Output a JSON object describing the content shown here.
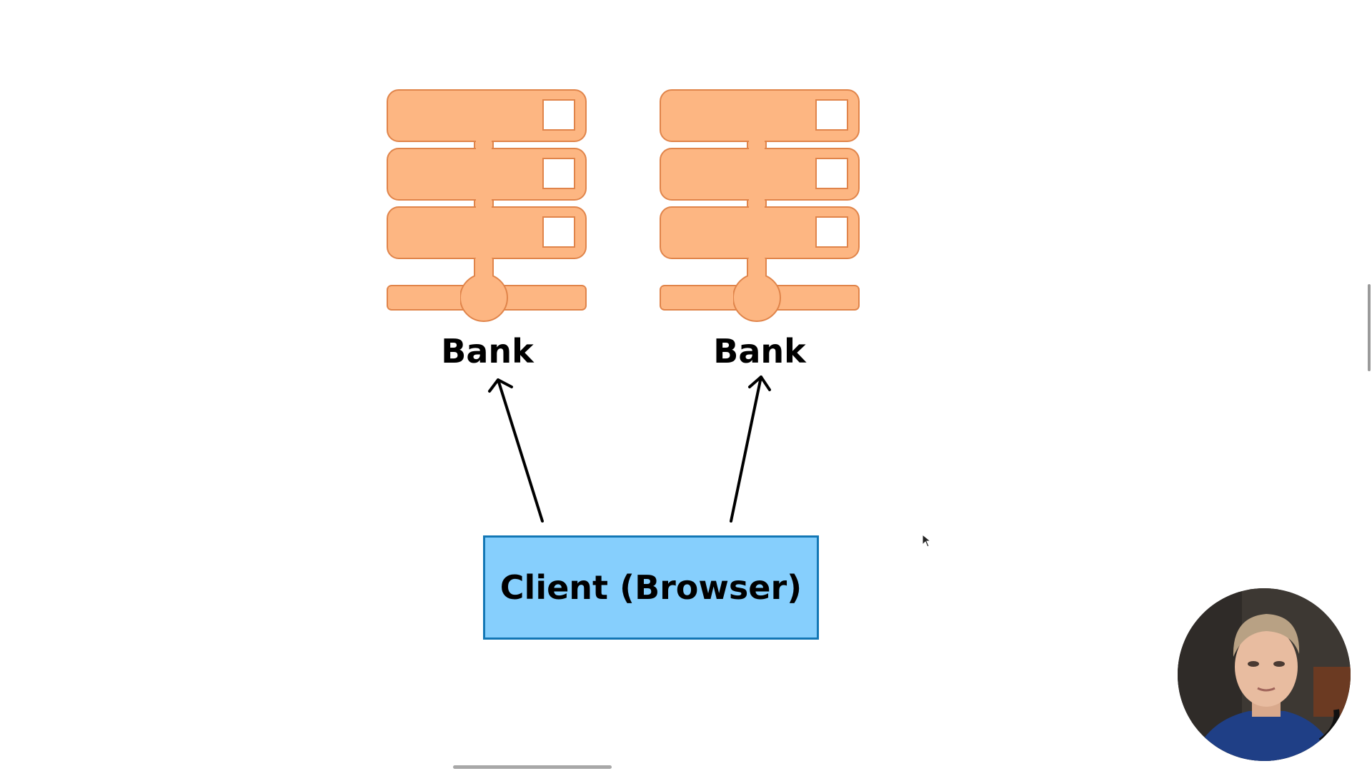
{
  "diagram": {
    "banks": [
      {
        "label": "Bank"
      },
      {
        "label": "Bank"
      }
    ],
    "client": {
      "label": "Client (Browser)"
    }
  },
  "colors": {
    "server_fill": "#fdb682",
    "server_stroke": "#e0844a",
    "client_fill": "#86cffd",
    "client_stroke": "#1377b5",
    "arrow": "#000000"
  }
}
